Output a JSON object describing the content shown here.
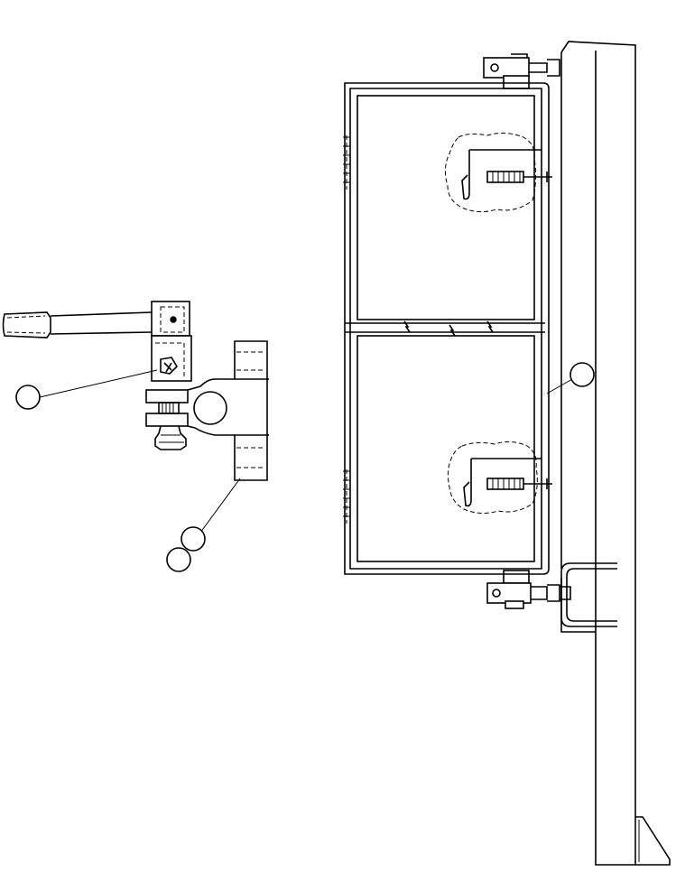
{
  "diagram": {
    "callouts": [
      {
        "id": "callout-lever-pin",
        "label": ""
      },
      {
        "id": "callout-bracket-a",
        "label": ""
      },
      {
        "id": "callout-bracket-b",
        "label": ""
      },
      {
        "id": "callout-frame",
        "label": ""
      }
    ],
    "line_color": "#000000",
    "background": "#ffffff"
  }
}
